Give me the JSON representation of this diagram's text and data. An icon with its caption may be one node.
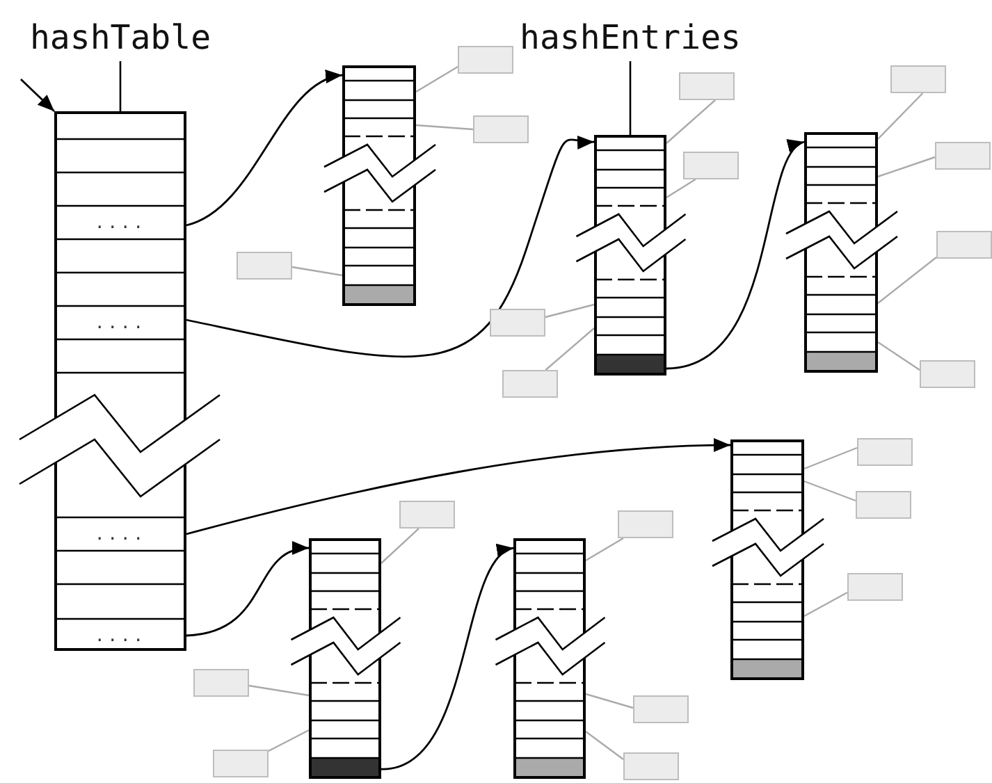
{
  "diagram": {
    "nodes": [
      {
        "text": [
          "hashTable"
        ]
      },
      {
        "text": [
          "...."
        ],
        "in": 0
      },
      {
        "text": [
          "...."
        ],
        "in": 0
      },
      {
        "text": [
          "...."
        ],
        "in": 0
      },
      {
        "text": [
          "...."
        ],
        "in": 0
      },
      {
        "text": [],
        "shape": "bar"
      },
      {
        "text": [
          "hashEntries"
        ]
      },
      {
        "text": [],
        "shape": "bar"
      },
      {
        "text": [],
        "shape": "bar"
      },
      {
        "text": [],
        "shape": "bar"
      },
      {
        "text": [],
        "shape": "bar"
      },
      {
        "text": [],
        "shape": "box"
      },
      {
        "text": [],
        "shape": "box"
      },
      {
        "text": [],
        "shape": "box"
      },
      {
        "text": [],
        "shape": "box"
      },
      {
        "text": [],
        "shape": "box"
      },
      {
        "text": [],
        "shape": "box"
      },
      {
        "text": [],
        "shape": "box"
      },
      {
        "text": [],
        "shape": "box"
      },
      {
        "text": [],
        "shape": "box"
      },
      {
        "text": [],
        "shape": "box"
      },
      {
        "text": [],
        "shape": "box"
      },
      {
        "text": [],
        "shape": "box"
      },
      {
        "text": [],
        "shape": "box"
      },
      {
        "text": [],
        "shape": "box"
      },
      {
        "text": [],
        "shape": "box"
      },
      {
        "text": [],
        "shape": "box"
      },
      {
        "text": [],
        "shape": "box"
      },
      {
        "text": [],
        "shape": "box"
      },
      {
        "text": [],
        "shape": "box"
      },
      {
        "text": [],
        "shape": "box"
      }
    ],
    "edges": [
      {
        "from": null,
        "to": 0,
        "arrow": "to",
        "color": "#000000"
      },
      {
        "from": 1,
        "to": 5,
        "arrow": "to",
        "color": "#000000"
      },
      {
        "from": 2,
        "to": 6,
        "arrow": "to",
        "color": "#000000"
      },
      {
        "from": 6,
        "to": 7,
        "arrow": "to",
        "color": "#000000"
      },
      {
        "from": 3,
        "to": 8,
        "arrow": "to",
        "color": "#000000"
      },
      {
        "from": 4,
        "to": 9,
        "arrow": "to",
        "color": "#000000"
      },
      {
        "from": 9,
        "to": 10,
        "arrow": "to",
        "color": "#000000"
      },
      {
        "from": 11,
        "to": 5,
        "arrow": "none",
        "color": "#aaaaaa"
      },
      {
        "from": 12,
        "to": 5,
        "arrow": "none",
        "color": "#aaaaaa"
      },
      {
        "from": 13,
        "to": 5,
        "arrow": "none",
        "color": "#aaaaaa"
      },
      {
        "from": 14,
        "to": 6,
        "arrow": "none",
        "color": "#aaaaaa"
      },
      {
        "from": 15,
        "to": 6,
        "arrow": "none",
        "color": "#aaaaaa"
      },
      {
        "from": 16,
        "to": 6,
        "arrow": "none",
        "color": "#aaaaaa"
      },
      {
        "from": 17,
        "to": 6,
        "arrow": "none",
        "color": "#aaaaaa"
      },
      {
        "from": 18,
        "to": 7,
        "arrow": "none",
        "color": "#aaaaaa"
      },
      {
        "from": 19,
        "to": 7,
        "arrow": "none",
        "color": "#aaaaaa"
      },
      {
        "from": 20,
        "to": 7,
        "arrow": "none",
        "color": "#aaaaaa"
      },
      {
        "from": 21,
        "to": 7,
        "arrow": "none",
        "color": "#aaaaaa"
      },
      {
        "from": 22,
        "to": 8,
        "arrow": "none",
        "color": "#aaaaaa"
      },
      {
        "from": 23,
        "to": 8,
        "arrow": "none",
        "color": "#aaaaaa"
      },
      {
        "from": 24,
        "to": 8,
        "arrow": "none",
        "color": "#aaaaaa"
      },
      {
        "from": 25,
        "to": 9,
        "arrow": "none",
        "color": "#aaaaaa"
      },
      {
        "from": 26,
        "to": 9,
        "arrow": "none",
        "color": "#aaaaaa"
      },
      {
        "from": 27,
        "to": 9,
        "arrow": "none",
        "color": "#aaaaaa"
      },
      {
        "from": 28,
        "to": 10,
        "arrow": "none",
        "color": "#aaaaaa"
      },
      {
        "from": 29,
        "to": 10,
        "arrow": "none",
        "color": "#aaaaaa"
      },
      {
        "from": 30,
        "to": 10,
        "arrow": "none",
        "color": "#aaaaaa"
      }
    ]
  }
}
